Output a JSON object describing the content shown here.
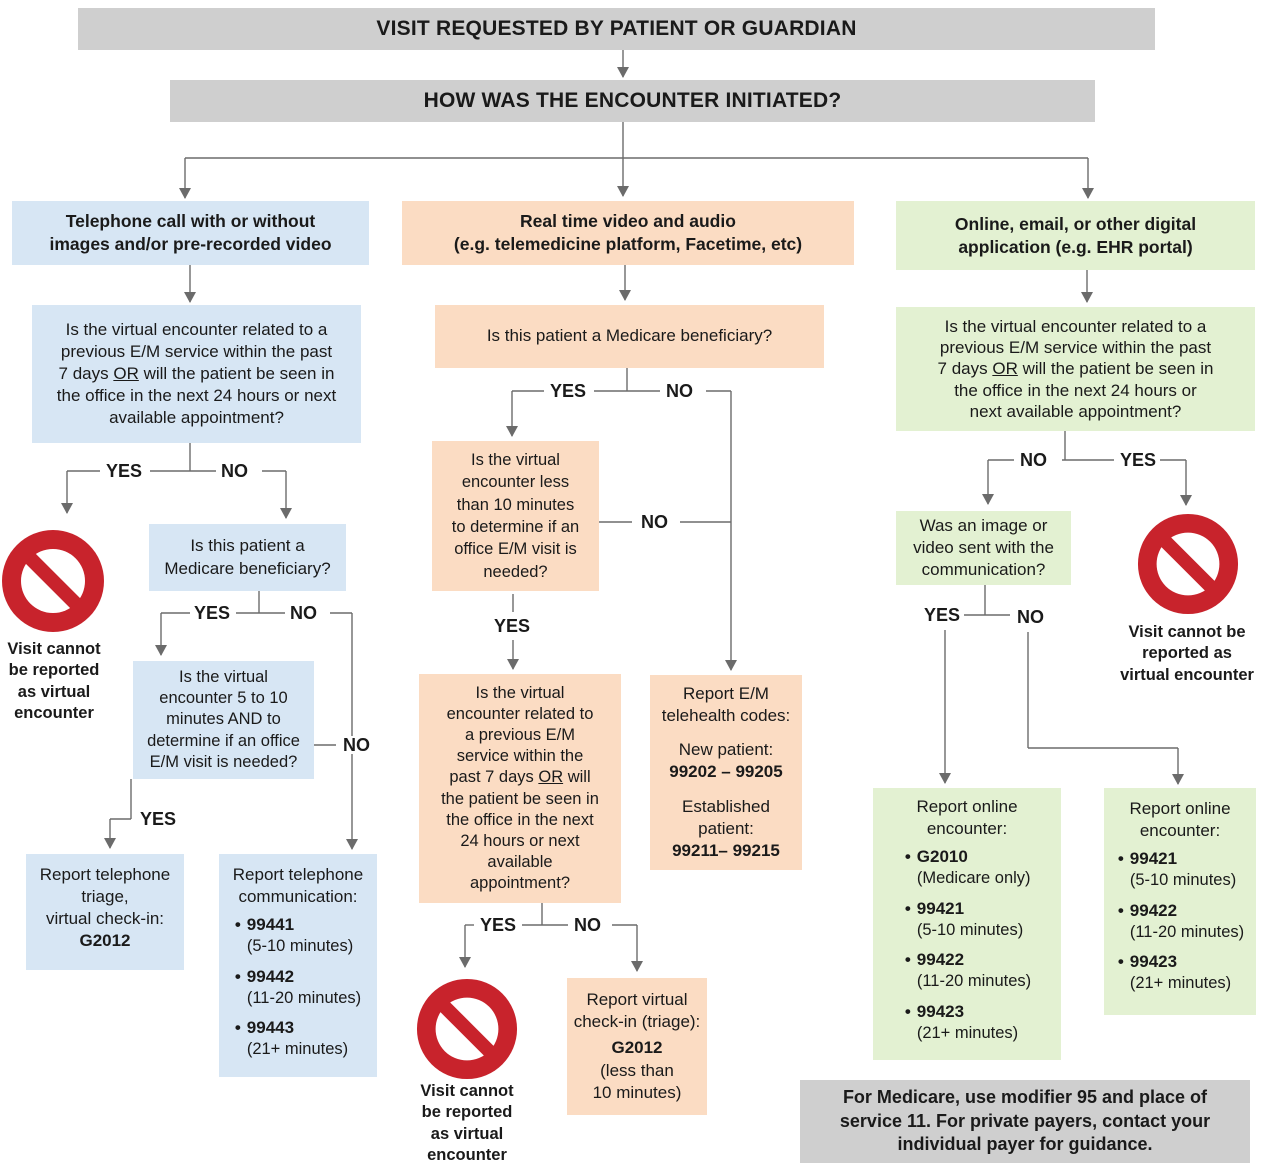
{
  "header": {
    "top": "VISIT REQUESTED BY PATIENT OR GUARDIAN",
    "second": "HOW WAS THE ENCOUNTER INITIATED?"
  },
  "branches": {
    "phone": {
      "title": [
        "Telephone call with or without",
        "images and/or pre-recorded video"
      ],
      "q1": {
        "l1": "Is the virtual encounter related to a",
        "l2": "previous E/M service within the past",
        "l3a": "7 days ",
        "l3b": "OR",
        "l3c": " will the patient be seen in",
        "l4": "the office in the next 24 hours or next",
        "l5": "available appointment?"
      },
      "yes": "YES",
      "no": "NO",
      "cannot": [
        "Visit cannot",
        "be reported",
        "as virtual",
        "encounter"
      ],
      "q2": [
        "Is this patient a",
        "Medicare beneficiary?"
      ],
      "yes2": "YES",
      "no2": "NO",
      "q3": [
        "Is the virtual",
        "encounter 5 to 10",
        "minutes AND to",
        "determine if an office",
        "E/M visit is needed?"
      ],
      "no3": "NO",
      "yes3": "YES",
      "triage": {
        "l1": "Report telephone",
        "l2": "triage,",
        "l3": "virtual check-in:",
        "code": "G2012"
      },
      "comm": {
        "title": [
          "Report telephone",
          "communication:"
        ],
        "items": [
          {
            "code": "99441",
            "desc": "(5-10 minutes)"
          },
          {
            "code": "99442",
            "desc": "(11-20 minutes)"
          },
          {
            "code": "99443",
            "desc": "(21+ minutes)"
          }
        ]
      }
    },
    "video": {
      "title": [
        "Real time video and audio",
        "(e.g. telemedicine platform, Facetime, etc)"
      ],
      "q1": "Is this patient a Medicare beneficiary?",
      "yes": "YES",
      "no": "NO",
      "q2": [
        "Is the virtual",
        "encounter less",
        "than 10 minutes",
        "to determine if an",
        "office E/M visit is",
        "needed?"
      ],
      "no2": "NO",
      "yes2": "YES",
      "q3": {
        "l1": "Is the virtual",
        "l2": "encounter related to",
        "l3": "a previous E/M",
        "l4": "service within the",
        "l5a": "past 7 days ",
        "l5b": "OR",
        "l5c": " will",
        "l6": "the patient be seen in",
        "l7": "the office in the next",
        "l8": "24 hours or next",
        "l9": "available",
        "l10": "appointment?"
      },
      "yes3": "YES",
      "no3": "NO",
      "em": {
        "l1": "Report E/M",
        "l2": "telehealth codes:",
        "newLabel": "New patient:",
        "newCode": "99202 – 99205",
        "estLabel1": "Established",
        "estLabel2": "patient:",
        "estCode": "99211– 99215"
      },
      "cannot": [
        "Visit cannot",
        "be reported",
        "as virtual",
        "encounter"
      ],
      "checkin": {
        "l1": "Report virtual",
        "l2": "check-in (triage):",
        "code": "G2012",
        "d1": "(less than",
        "d2": "10 minutes)"
      }
    },
    "online": {
      "title": [
        "Online, email, or other digital",
        "application (e.g. EHR portal)"
      ],
      "q1": {
        "l1": "Is the virtual encounter related to a",
        "l2": "previous E/M service within the past",
        "l3a": "7 days ",
        "l3b": "OR",
        "l3c": " will the patient be seen in",
        "l4": "the office in the next 24 hours or",
        "l5": "next available appointment?"
      },
      "no": "NO",
      "yes": "YES",
      "q2": [
        "Was an image or",
        "video sent with the",
        "communication?"
      ],
      "yes2": "YES",
      "no2": "NO",
      "cannot": [
        "Visit cannot be",
        "reported as",
        "virtual encounter"
      ],
      "report1": {
        "title": [
          "Report online",
          "encounter:"
        ],
        "items": [
          {
            "code": "G2010",
            "desc": "(Medicare only)"
          },
          {
            "code": "99421",
            "desc": "(5-10 minutes)"
          },
          {
            "code": "99422",
            "desc": "(11-20 minutes)"
          },
          {
            "code": "99423",
            "desc": "(21+ minutes)"
          }
        ]
      },
      "report2": {
        "title": [
          "Report online",
          "encounter:"
        ],
        "items": [
          {
            "code": "99421",
            "desc": "(5-10 minutes)"
          },
          {
            "code": "99422",
            "desc": "(11-20 minutes)"
          },
          {
            "code": "99423",
            "desc": "(21+ minutes)"
          }
        ]
      }
    }
  },
  "note": [
    "For Medicare, use modifier 95 and place of",
    "service 11. For private payers, contact your",
    "individual payer for guidance."
  ],
  "colors": {
    "gray": "#cfcfcf",
    "blue": "#d7e6f4",
    "peach": "#fbdcc3",
    "green": "#e3f1d2",
    "no_symbol": "#c8232c",
    "line": "#6b6b6b"
  },
  "icons": [
    "no-entry-icon",
    "arrow-down-icon"
  ]
}
